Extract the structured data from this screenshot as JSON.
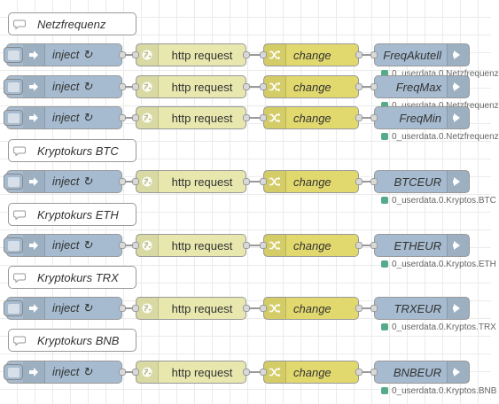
{
  "colors": {
    "comment": "#ffffff",
    "inject": "#a6bbcf",
    "http": "#e7e7ae",
    "change": "#e2d96e",
    "iobroker": "#a6bbcf",
    "status_ok": "#5a8"
  },
  "icons": {
    "comment": "speech-bubble-icon",
    "inject": "arrow-in-icon",
    "repeat": "repeat-icon",
    "http": "globe-icon",
    "change": "shuffle-icon",
    "output": "arrow-out-icon"
  },
  "comments": [
    {
      "label": "Netzfrequenz"
    },
    {
      "label": "Kryptokurs BTC"
    },
    {
      "label": "Kryptokurs ETH"
    },
    {
      "label": "Kryptokurs TRX"
    },
    {
      "label": "Kryptokurs BNB"
    }
  ],
  "flows": [
    {
      "inject": "inject",
      "repeat_glyph": "↻",
      "http": "http request",
      "change": "change",
      "output": "FreqAkutell",
      "status": "0_userdata.0.Netzfrequenz"
    },
    {
      "inject": "inject",
      "repeat_glyph": "↻",
      "http": "http request",
      "change": "change",
      "output": "FreqMax",
      "status": "0_userdata.0.Netzfrequenz"
    },
    {
      "inject": "inject",
      "repeat_glyph": "↻",
      "http": "http request",
      "change": "change",
      "output": "FreqMin",
      "status": "0_userdata.0.Netzfrequenz"
    },
    {
      "inject": "inject",
      "repeat_glyph": "↻",
      "http": "http request",
      "change": "change",
      "output": "BTCEUR",
      "status": "0_userdata.0.Kryptos.BTC"
    },
    {
      "inject": "inject",
      "repeat_glyph": "↻",
      "http": "http request",
      "change": "change",
      "output": "ETHEUR",
      "status": "0_userdata.0.Kryptos.ETH"
    },
    {
      "inject": "inject",
      "repeat_glyph": "↻",
      "http": "http request",
      "change": "change",
      "output": "TRXEUR",
      "status": "0_userdata.0.Kryptos.TRX"
    },
    {
      "inject": "inject",
      "repeat_glyph": "↻",
      "http": "http request",
      "change": "change",
      "output": "BNBEUR",
      "status": "0_userdata.0.Kryptos.BNB"
    }
  ]
}
